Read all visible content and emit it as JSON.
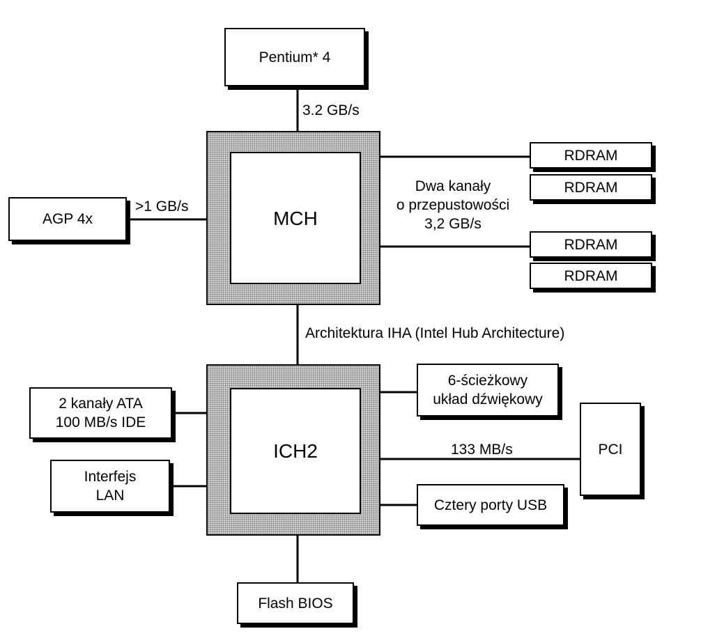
{
  "nodes": {
    "pentium": "Pentium* 4",
    "mch": "MCH",
    "ich2": "ICH2",
    "agp": "AGP 4x",
    "rdram_1": "RDRAM",
    "rdram_2": "RDRAM",
    "rdram_3": "RDRAM",
    "rdram_4": "RDRAM",
    "ata": "2 kanały ATA\n100 MB/s IDE",
    "lan": "Interfejs\nLAN",
    "audio": "6-ścieżkowy\nukład dźwiękowy",
    "pci": "PCI",
    "usb": "Cztery porty USB",
    "flash": "Flash BIOS"
  },
  "labels": {
    "cpu_bus": "3.2 GB/s",
    "agp_bus": ">1 GB/s",
    "memory_channels": "Dwa kanały\no przepustowości\n3,2 GB/s",
    "hub": "Architektura IHA (Intel Hub Architecture)",
    "pci_bus": "133 MB/s"
  },
  "edges": [
    [
      "pentium",
      "mch"
    ],
    [
      "agp",
      "mch"
    ],
    [
      "mch",
      "rdram_1"
    ],
    [
      "mch",
      "rdram_3"
    ],
    [
      "mch",
      "ich2"
    ],
    [
      "ata",
      "ich2"
    ],
    [
      "lan",
      "ich2"
    ],
    [
      "ich2",
      "audio"
    ],
    [
      "ich2",
      "pci"
    ],
    [
      "ich2",
      "usb"
    ],
    [
      "ich2",
      "flash"
    ]
  ]
}
